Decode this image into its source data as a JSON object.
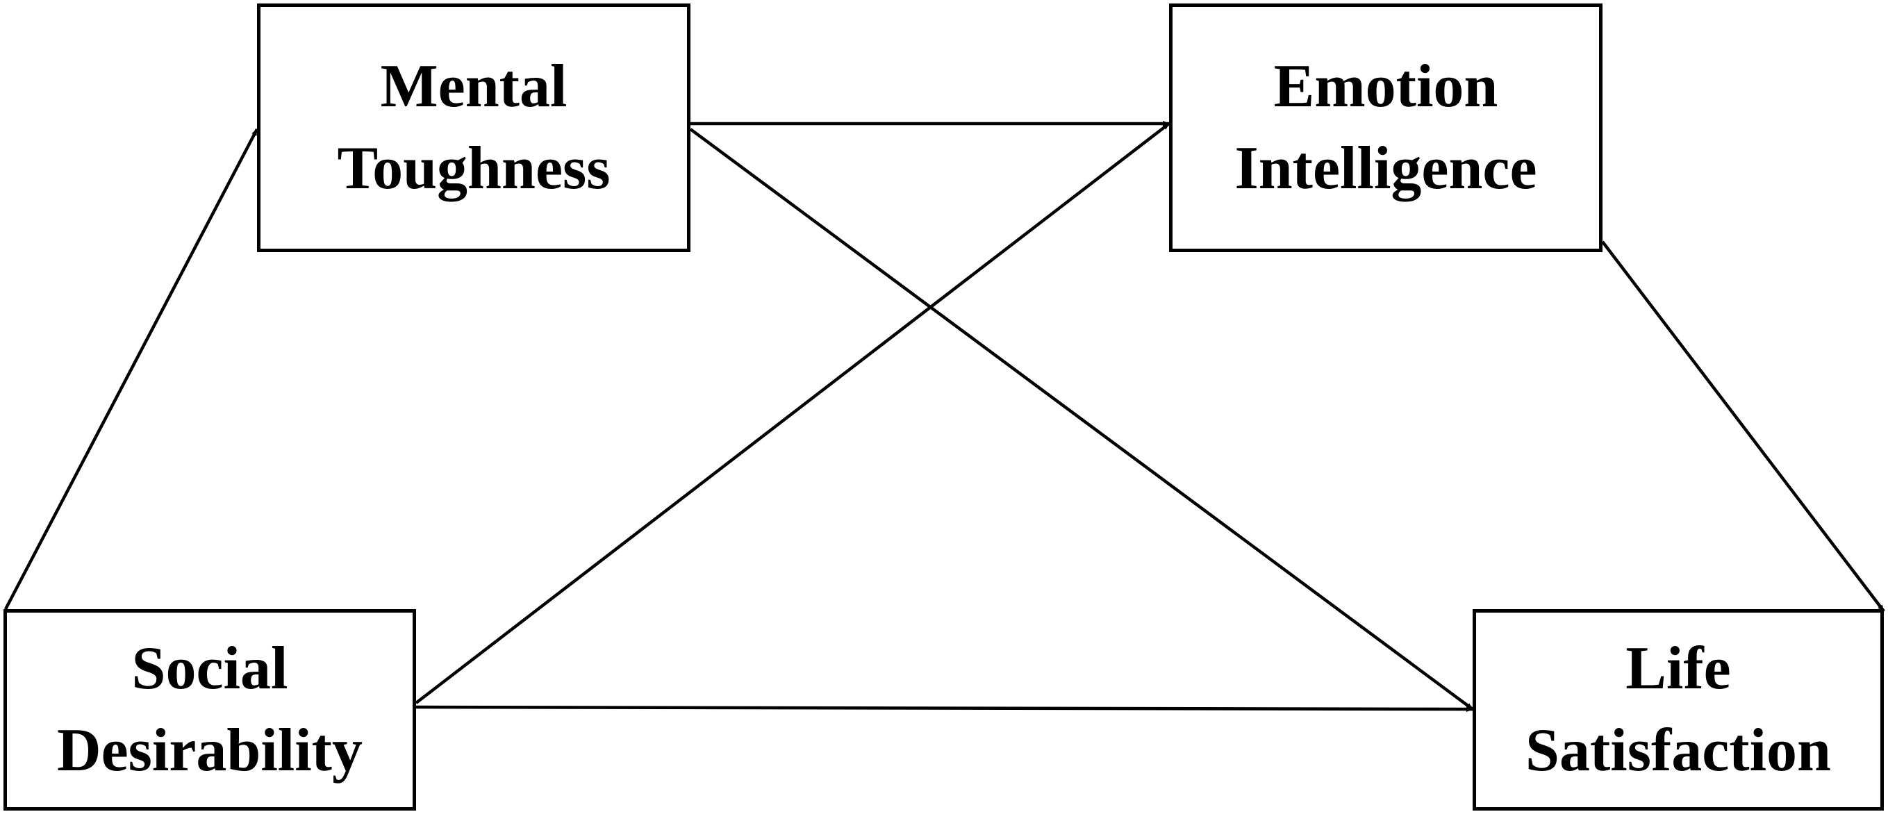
{
  "nodes": {
    "mental_toughness": {
      "line1": "Mental",
      "line2": "Toughness"
    },
    "emotion_intelligence": {
      "line1": "Emotion",
      "line2": "Intelligence"
    },
    "social_desirability": {
      "line1": "Social",
      "line2": "Desirability"
    },
    "life_satisfaction": {
      "line1": "Life",
      "line2": "Satisfaction"
    }
  },
  "edges": [
    {
      "from": "social_desirability",
      "to": "mental_toughness"
    },
    {
      "from": "social_desirability",
      "to": "emotion_intelligence"
    },
    {
      "from": "social_desirability",
      "to": "life_satisfaction"
    },
    {
      "from": "mental_toughness",
      "to": "emotion_intelligence"
    },
    {
      "from": "mental_toughness",
      "to": "life_satisfaction"
    },
    {
      "from": "emotion_intelligence",
      "to": "life_satisfaction"
    }
  ],
  "colors": {
    "stroke": "#000000",
    "background": "#ffffff"
  }
}
